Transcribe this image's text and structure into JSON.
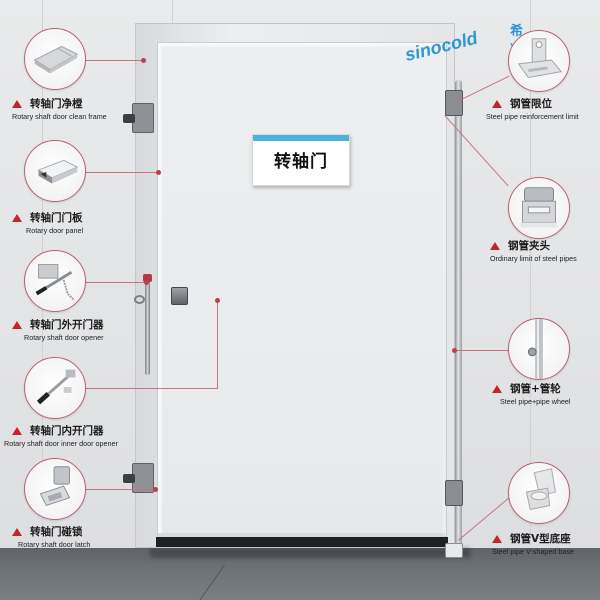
{
  "door_sign": {
    "text": "转轴门",
    "bar_color": "#4db3dc"
  },
  "logo": {
    "text_en": "sinocold",
    "text_cn": "希冷",
    "color": "#2e97d4"
  },
  "accent_colors": {
    "triangle": "#c9212e",
    "callout_line": "#c9737d",
    "callout_dot": "#c23d4b"
  },
  "callouts_left": [
    {
      "icon": "clean-frame-icon",
      "cn": "转轴门净樘",
      "en": "Rotary shaft door clean frame"
    },
    {
      "icon": "door-panel-icon",
      "cn": "转轴门门板",
      "en": "Rotary door panel"
    },
    {
      "icon": "outer-opener-icon",
      "cn": "转轴门外开门器",
      "en": "Rotary shaft door opener"
    },
    {
      "icon": "inner-opener-icon",
      "cn": "转轴门内开门器",
      "en": "Rotary shaft door inner door opener"
    },
    {
      "icon": "door-latch-icon",
      "cn": "转轴门碰锁",
      "en": "Rotary shaft door latch"
    }
  ],
  "callouts_right": [
    {
      "icon": "pipe-limit-bracket-icon",
      "cn": "钢管限位",
      "en": "Steel pipe reinforcement limit"
    },
    {
      "icon": "pipe-clamp-icon",
      "cn": "钢管夹头",
      "en": "Ordinary limit of steel pipes"
    },
    {
      "icon": "pipe-wheel-icon",
      "cn": "钢管+管轮",
      "en": "Steel pipe+pipe wheel"
    },
    {
      "icon": "v-base-icon",
      "cn": "钢管V型底座",
      "en": "Steel pipe V-shaped base"
    }
  ]
}
